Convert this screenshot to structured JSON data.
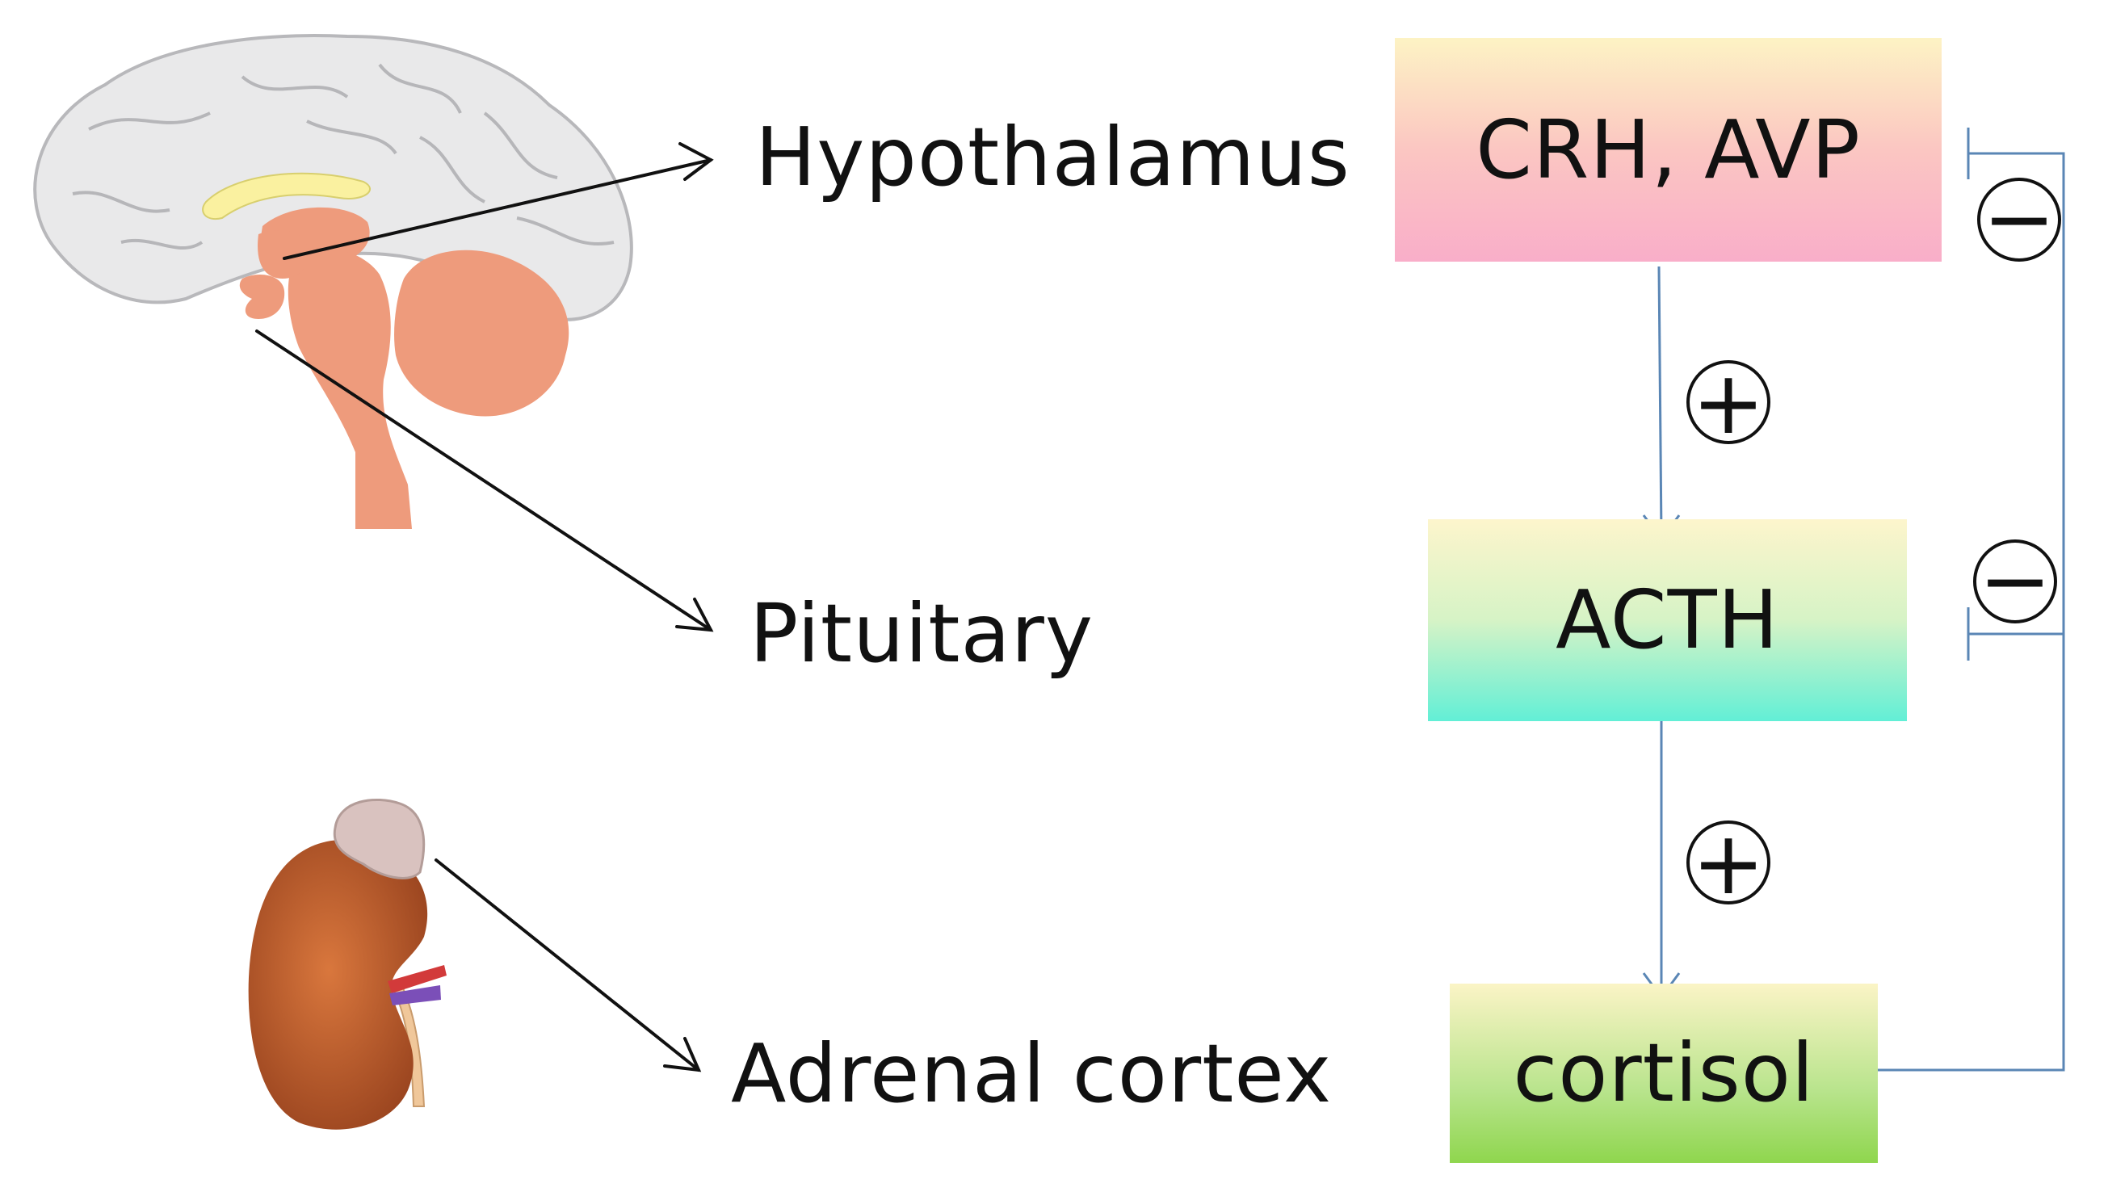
{
  "organs": {
    "hypothalamus": "Hypothalamus",
    "pituitary": "Pituitary",
    "adrenal": "Adrenal cortex"
  },
  "hormones": {
    "crh": "CRH, AVP",
    "acth": "ACTH",
    "cortisol": "cortisol"
  },
  "symbols": {
    "plus": "+",
    "minus": "−"
  },
  "colors": {
    "brain_tissue": "#e9e9ea",
    "brainstem": "#ee9b7c",
    "thalamus_highlight": "#faf1a0",
    "kidney": "#b95a2c",
    "adrenal_gland": "#d9c2bf",
    "flow_line": "#5a86b5"
  }
}
